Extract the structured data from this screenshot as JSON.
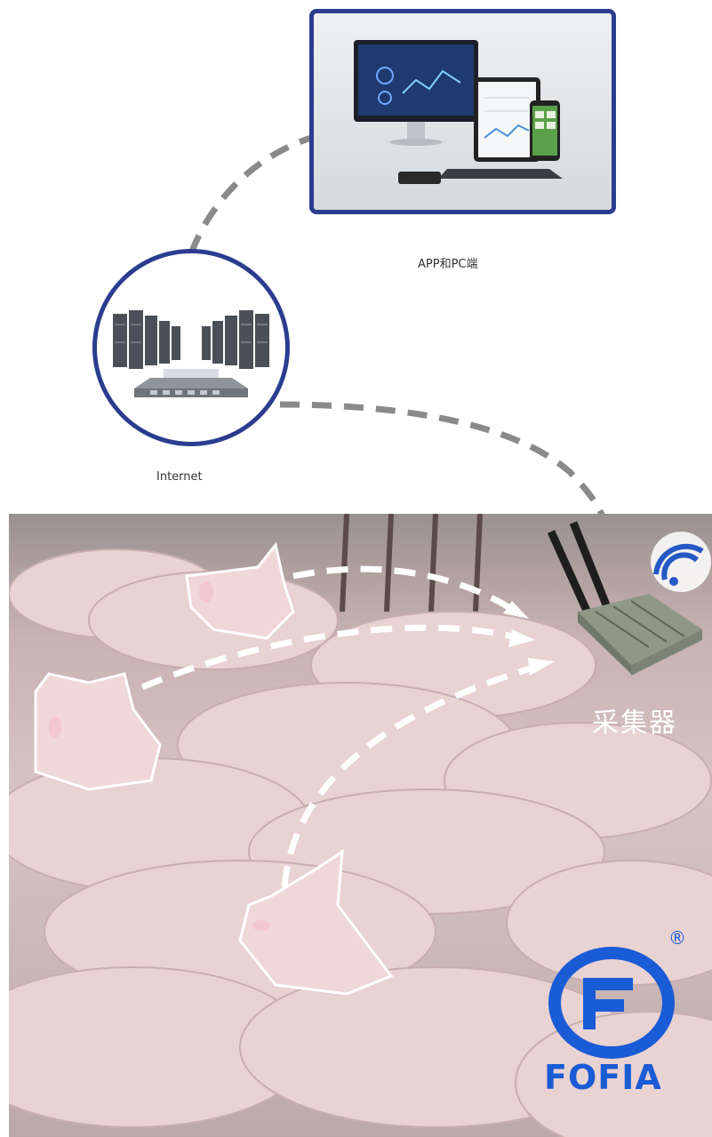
{
  "diagram": {
    "nodes": {
      "app_pc": {
        "caption": "APP和PC端",
        "icon": "devices-icon"
      },
      "server": {
        "caption": "Internet",
        "icon": "server-rack-icon"
      },
      "collector": {
        "caption": "采集器",
        "icon": "collector-device-icon",
        "signal_icon": "wifi-icon"
      },
      "ear_tags": {
        "icon": "pig-ear-tag-icon",
        "count": 3
      }
    },
    "edges": [
      {
        "from": "server",
        "to": "app_pc",
        "style": "dashed"
      },
      {
        "from": "server",
        "to": "collector",
        "style": "dashed"
      },
      {
        "from": "ear_tags",
        "to": "collector",
        "style": "dashed-arrow"
      }
    ]
  },
  "brand": {
    "name": "FOFIA",
    "registered_mark": "®",
    "color": "#1a5bd6"
  },
  "colors": {
    "frame": "#2b3d8f",
    "connector": "#888888",
    "arrow": "#ffffff"
  }
}
